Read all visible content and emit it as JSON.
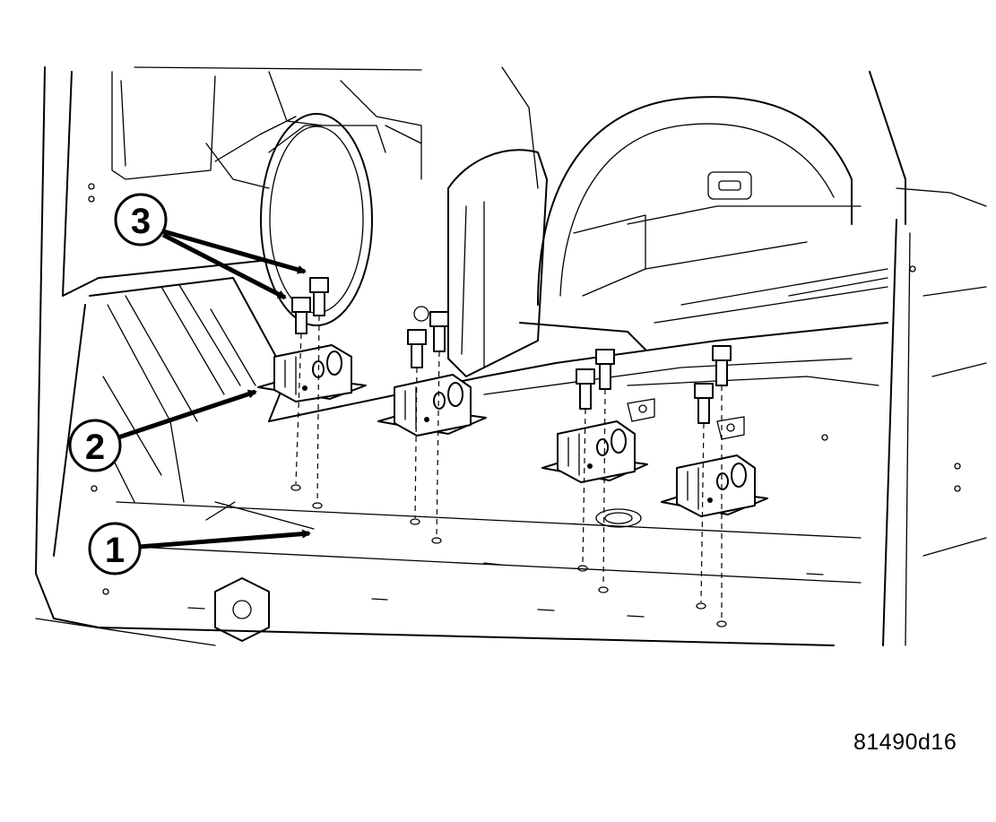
{
  "figure": {
    "id_label": "81490d16",
    "callouts": [
      {
        "number": "1"
      },
      {
        "number": "2"
      },
      {
        "number": "3"
      }
    ]
  },
  "colors": {
    "line": "#000000",
    "background": "#ffffff"
  },
  "icons": {
    "callout_shape": "circle-number",
    "leader": "arrow",
    "fastener": "flange-bolt"
  }
}
